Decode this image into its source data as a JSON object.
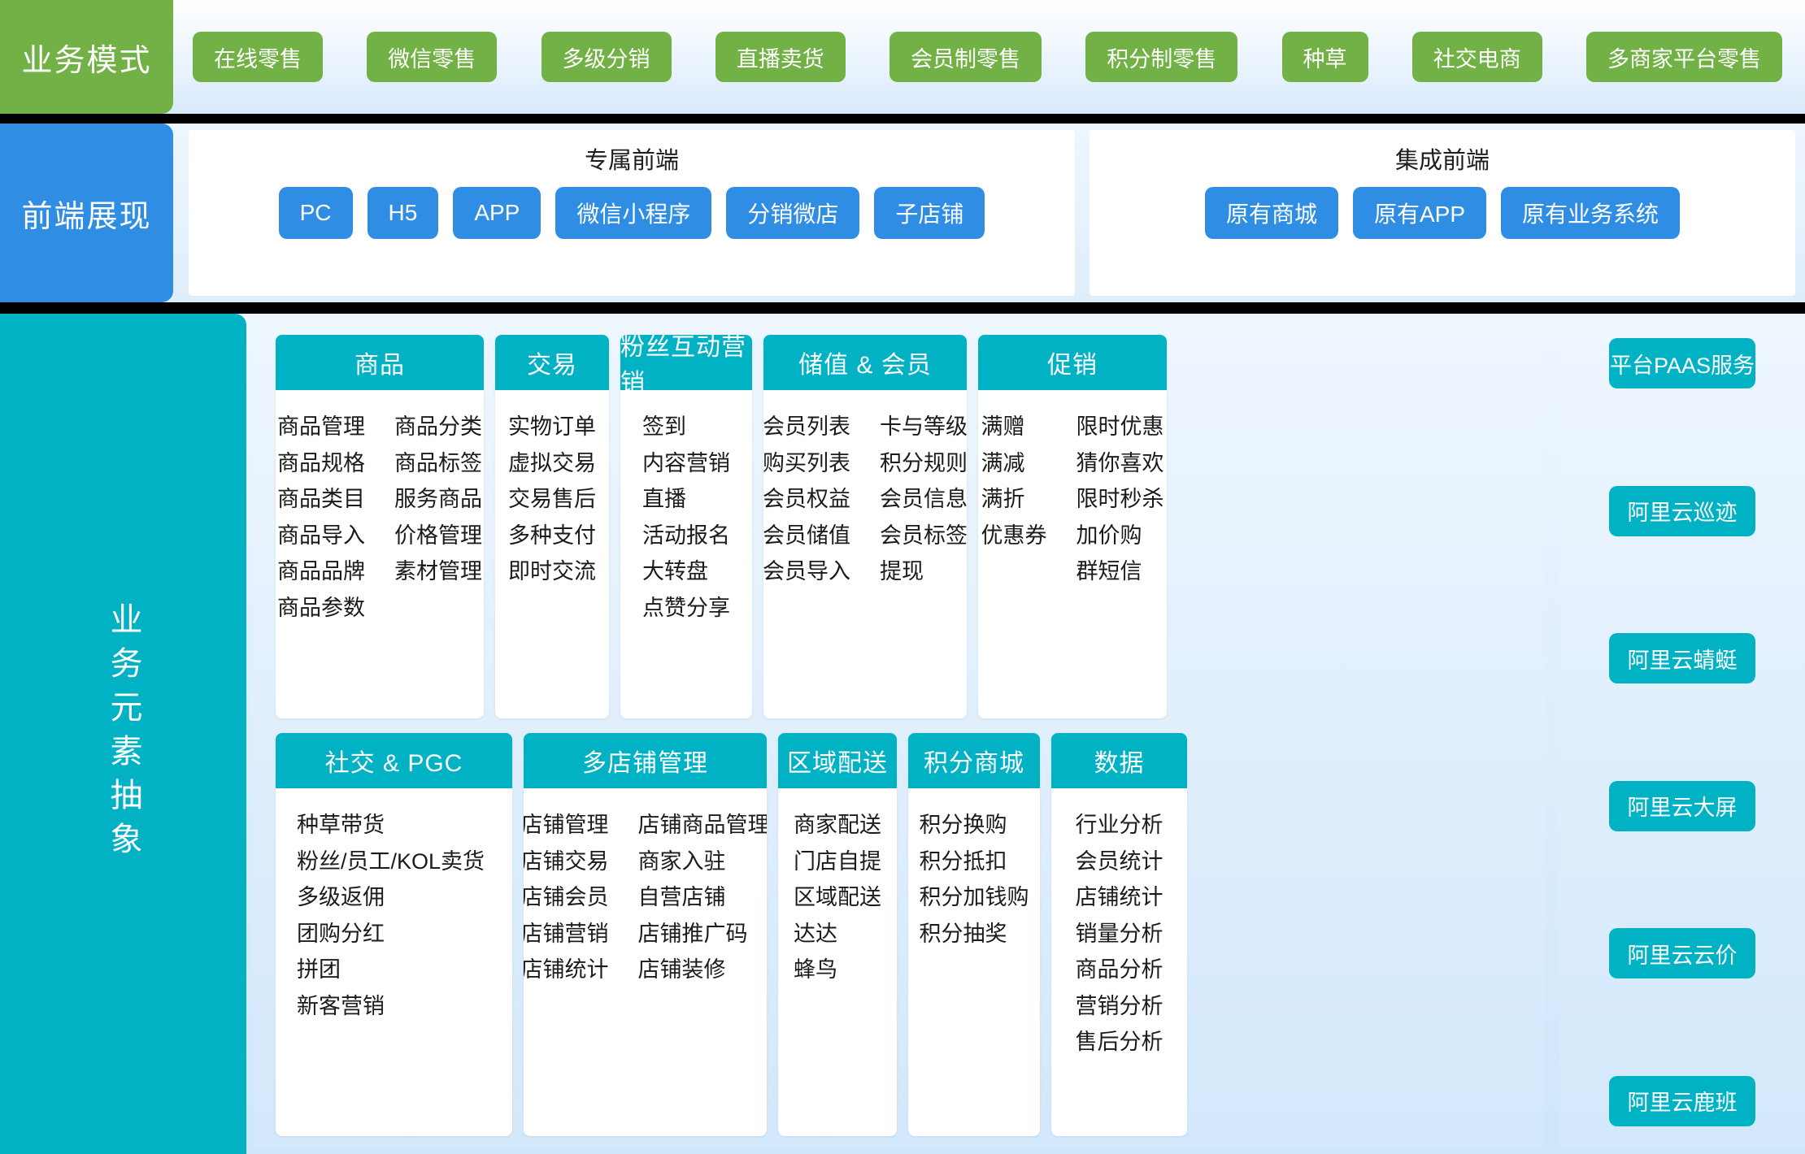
{
  "business": {
    "label": "业务模式",
    "modes": [
      "在线零售",
      "微信零售",
      "多级分销",
      "直播卖货",
      "会员制零售",
      "积分制零售",
      "种草",
      "社交电商",
      "多商家平台零售"
    ]
  },
  "frontend": {
    "label": "前端展现",
    "groups": [
      {
        "title": "专属前端",
        "items": [
          "PC",
          "H5",
          "APP",
          "微信小程序",
          "分销微店",
          "子店铺"
        ]
      },
      {
        "title": "集成前端",
        "items": [
          "原有商城",
          "原有APP",
          "原有业务系统"
        ]
      }
    ]
  },
  "body": {
    "label": "业务元素抽象",
    "row1": [
      {
        "title": "商品",
        "columns": [
          [
            "商品管理",
            "商品规格",
            "商品类目",
            "商品导入",
            "商品品牌",
            "商品参数"
          ],
          [
            "商品分类",
            "商品标签",
            "服务商品",
            "价格管理",
            "素材管理"
          ]
        ]
      },
      {
        "title": "交易",
        "columns": [
          [
            "实物订单",
            "虚拟交易",
            "交易售后",
            "多种支付",
            "即时交流"
          ]
        ]
      },
      {
        "title": "粉丝互动营销",
        "columns": [
          [
            "签到",
            "内容营销",
            "直播",
            "活动报名",
            "大转盘",
            "点赞分享"
          ]
        ]
      },
      {
        "title": "储值 & 会员",
        "columns": [
          [
            "会员列表",
            "购买列表",
            "会员权益",
            "会员储值",
            "会员导入"
          ],
          [
            "卡与等级",
            "积分规则",
            "会员信息",
            "会员标签",
            "提现"
          ]
        ]
      },
      {
        "title": "促销",
        "columns": [
          [
            "满赠",
            "满减",
            "满折",
            "优惠券"
          ],
          [
            "限时优惠",
            "猜你喜欢",
            "限时秒杀",
            "加价购",
            "群短信"
          ]
        ]
      }
    ],
    "row2": [
      {
        "title": "社交 & PGC",
        "columns": [
          [
            "种草带货",
            "粉丝/员工/KOL卖货",
            "多级返佣",
            "团购分红",
            "拼团",
            "新客营销"
          ]
        ]
      },
      {
        "title": "多店铺管理",
        "columns": [
          [
            "店铺管理",
            "店铺交易",
            "店铺会员",
            "店铺营销",
            "店铺统计"
          ],
          [
            "店铺商品管理",
            "商家入驻",
            "自营店铺",
            "店铺推广码",
            "店铺装修"
          ]
        ]
      },
      {
        "title": "区域配送",
        "columns": [
          [
            "商家配送",
            "门店自提",
            "区域配送",
            "达达",
            "蜂鸟"
          ]
        ]
      },
      {
        "title": "积分商城",
        "columns": [
          [
            "积分换购",
            "积分抵扣",
            "积分加钱购",
            "积分抽奖"
          ]
        ]
      },
      {
        "title": "数据",
        "columns": [
          [
            "行业分析",
            "会员统计",
            "店铺统计",
            "销量分析",
            "商品分析",
            "营销分析",
            "售后分析"
          ]
        ]
      }
    ]
  },
  "sidebar": {
    "items": [
      "平台PAAS服务",
      "阿里云巡迹",
      "阿里云蜻蜓",
      "阿里云大屏",
      "阿里云云价",
      "阿里云鹿班"
    ]
  },
  "colors": {
    "green": "#72b145",
    "blue": "#2f8de4",
    "teal": "#00b2c4",
    "page_bg": "#e6f1fc"
  }
}
